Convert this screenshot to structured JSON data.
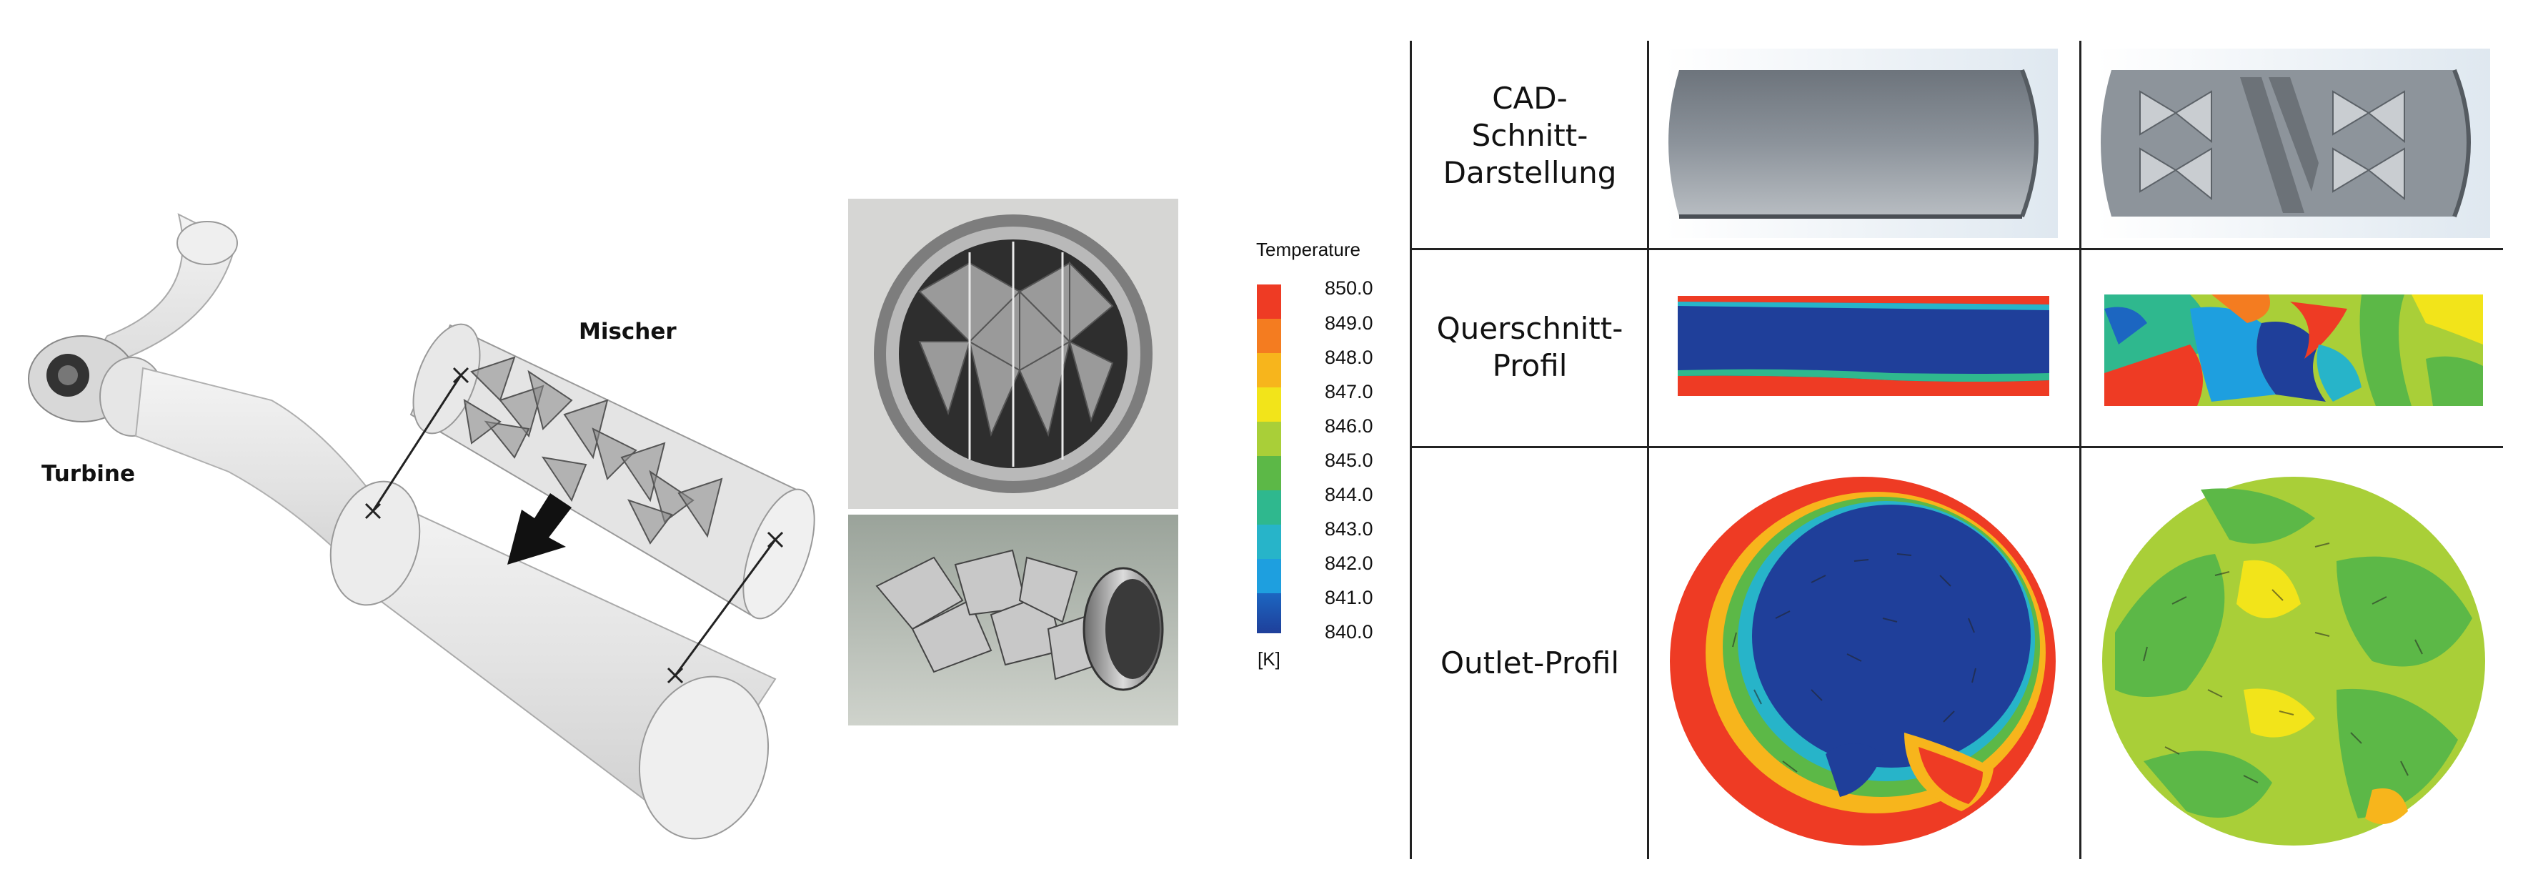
{
  "labels": {
    "turbine": "Turbine",
    "mixer": "Mischer"
  },
  "legend": {
    "title": "Temperature",
    "unit": "[K]",
    "values": [
      "850.0",
      "849.0",
      "848.0",
      "847.0",
      "846.0",
      "845.0",
      "844.0",
      "843.0",
      "842.0",
      "841.0",
      "840.0"
    ],
    "colors": [
      "#ee3b24",
      "#f47c20",
      "#f7b51c",
      "#f2e41a",
      "#a9cf38",
      "#5cb847",
      "#2fb88e",
      "#27b4c9",
      "#1e9fdf",
      "#1c66c1",
      "#1f3f9a"
    ]
  },
  "table": {
    "rows": [
      {
        "label_lines": [
          "CAD-",
          "Schnitt-",
          "Darstellung"
        ]
      },
      {
        "label_lines": [
          "Querschnitt-",
          "Profil"
        ]
      },
      {
        "label_lines": [
          "Outlet-Profil"
        ]
      }
    ]
  }
}
